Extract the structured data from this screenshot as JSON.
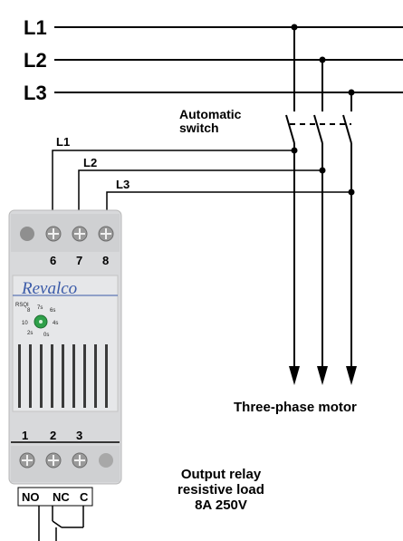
{
  "bus": {
    "l1": "L1",
    "l2": "L2",
    "l3": "L3"
  },
  "automatic_switch": {
    "line1": "Automatic",
    "line2": "switch"
  },
  "wire_labels": {
    "l1": "L1",
    "l2": "L2",
    "l3": "L3"
  },
  "relay": {
    "brand": "Revalco",
    "model": "RSQI",
    "top_terminals": [
      "6",
      "7",
      "8"
    ],
    "bottom_terminals": [
      "1",
      "2",
      "3"
    ],
    "contacts": [
      "NO",
      "NC",
      "C"
    ],
    "dial_marks": [
      "8",
      "7s",
      "6s",
      "10",
      "4s",
      "2s",
      "0s"
    ]
  },
  "motor_label": "Three-phase motor",
  "output": {
    "line1": "Output relay",
    "line2": "resistive load",
    "line3": "8A 250V"
  },
  "colors": {
    "line": "#000000",
    "body": "#d8d9db",
    "terminal": "#8a8a8a",
    "brand": "#3a5aa8",
    "dial": "#2fa04a"
  }
}
